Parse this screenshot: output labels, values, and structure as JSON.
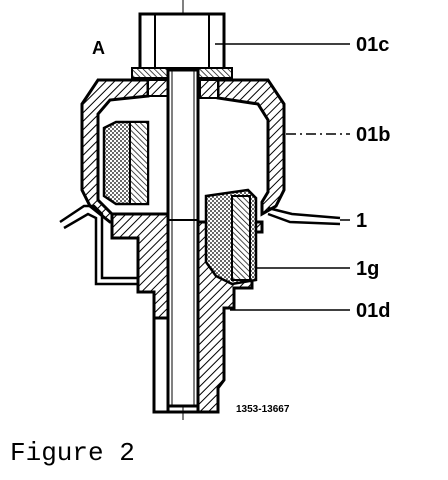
{
  "figure": {
    "view_label": "A",
    "drawing_number": "1353-13667",
    "callouts": {
      "top": "01c",
      "upper_right": "01b",
      "middle_right": "1",
      "lower_right": "1g",
      "bottom_right": "01d"
    }
  },
  "caption": "Figure 2"
}
